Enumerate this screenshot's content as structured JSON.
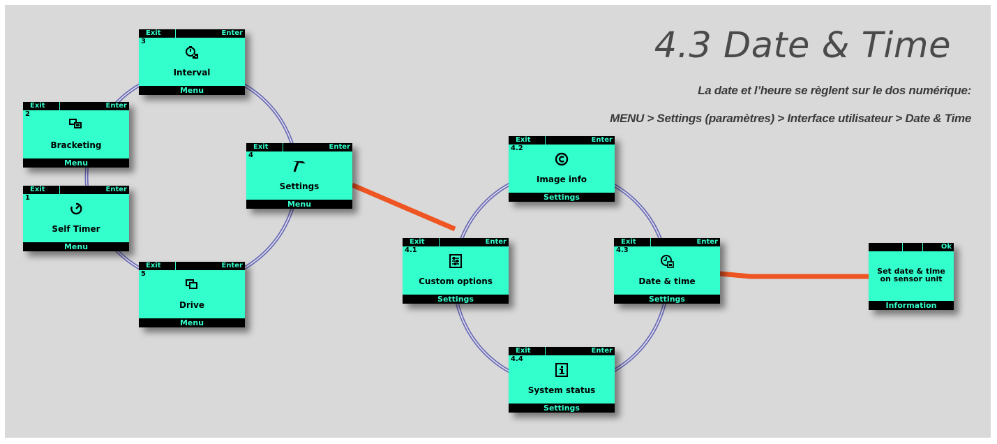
{
  "page": {
    "title": "4.3 Date & Time",
    "subtitle_line1": "La date et l’heure se règlent sur le dos numérique:",
    "subtitle_line2": "MENU > Settings (paramètres) > Interface utilisateur > Date & Time"
  },
  "colors": {
    "screen_bg": "#33ffcc",
    "bar_bg": "#000000",
    "ring": "#6a6ab4",
    "link": "#ee5522"
  },
  "screens": {
    "interval": {
      "num": "3",
      "label": "Interval",
      "footer": "Menu",
      "left_key": "Exit",
      "right_key": "Enter",
      "icon": "interval-icon"
    },
    "bracketing": {
      "num": "2",
      "label": "Bracketing",
      "footer": "Menu",
      "left_key": "Exit",
      "right_key": "Enter",
      "icon": "bracketing-icon"
    },
    "self_timer": {
      "num": "1",
      "label": "Self Timer",
      "footer": "Menu",
      "left_key": "Exit",
      "right_key": "Enter",
      "icon": "timer-icon"
    },
    "drive": {
      "num": "5",
      "label": "Drive",
      "footer": "Menu",
      "left_key": "Exit",
      "right_key": "Enter",
      "icon": "drive-icon"
    },
    "settings": {
      "num": "4",
      "label": "Settings",
      "footer": "Menu",
      "left_key": "Exit",
      "right_key": "Enter",
      "icon": "settings-icon"
    },
    "image_info": {
      "num": "4.2",
      "label": "Image info",
      "footer": "Settings",
      "left_key": "Exit",
      "right_key": "Enter",
      "icon": "copyright-icon"
    },
    "custom_options": {
      "num": "4.1",
      "label": "Custom options",
      "footer": "Settings",
      "left_key": "Exit",
      "right_key": "Enter",
      "icon": "sliders-icon"
    },
    "date_time": {
      "num": "4.3",
      "label": "Date & time",
      "footer": "Settings",
      "left_key": "Exit",
      "right_key": "Enter",
      "icon": "clock-calendar-icon"
    },
    "system_status": {
      "num": "4.4",
      "label": "System status",
      "footer": "Settings",
      "left_key": "Exit",
      "right_key": "Enter",
      "icon": "info-icon"
    },
    "information": {
      "line1": "Set date & time",
      "line2": "on sensor unit",
      "footer": "Information",
      "right_key": "Ok"
    }
  }
}
